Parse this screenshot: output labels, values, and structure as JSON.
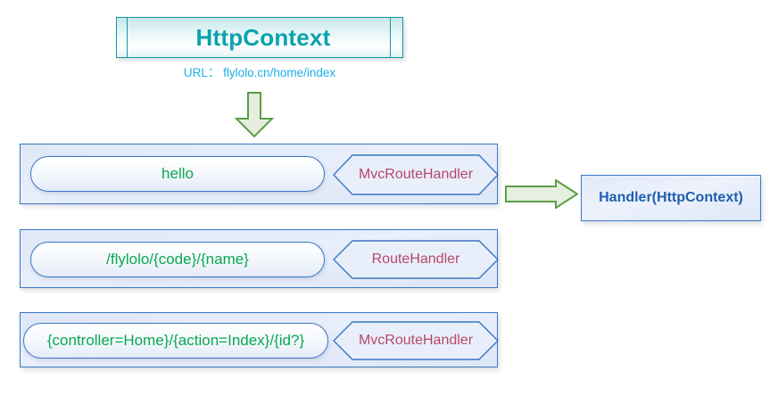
{
  "diagram": {
    "context": {
      "title": "HttpContext",
      "url_label": "URL：",
      "url_value": "flylolo.cn/home/index",
      "url_line": "URL： flylolo.cn/home/index",
      "border_color": "#0e9aa7",
      "title_color": "#0aa2ae",
      "url_color": "#1ab0e8"
    },
    "arrows": {
      "down_label": "down-arrow",
      "right_label": "right-arrow",
      "fill_color": "#e6efdf",
      "border_color": "#5a9e45"
    },
    "routes": [
      {
        "template": "hello",
        "handler": "MvcRouteHandler"
      },
      {
        "template": "/flylolo/{code}/{name}",
        "handler": "RouteHandler"
      },
      {
        "template": "{controller=Home}/{action=Index}/{id?}",
        "handler": "MvcRouteHandler"
      }
    ],
    "route_colors": {
      "box_border": "#3a77c4",
      "template_text": "#0aa84f",
      "handler_text": "#b5486b"
    },
    "handler_box": {
      "label": "Handler(HttpContext)",
      "text_color": "#1f5fad",
      "border_color": "#3a77c4"
    }
  }
}
